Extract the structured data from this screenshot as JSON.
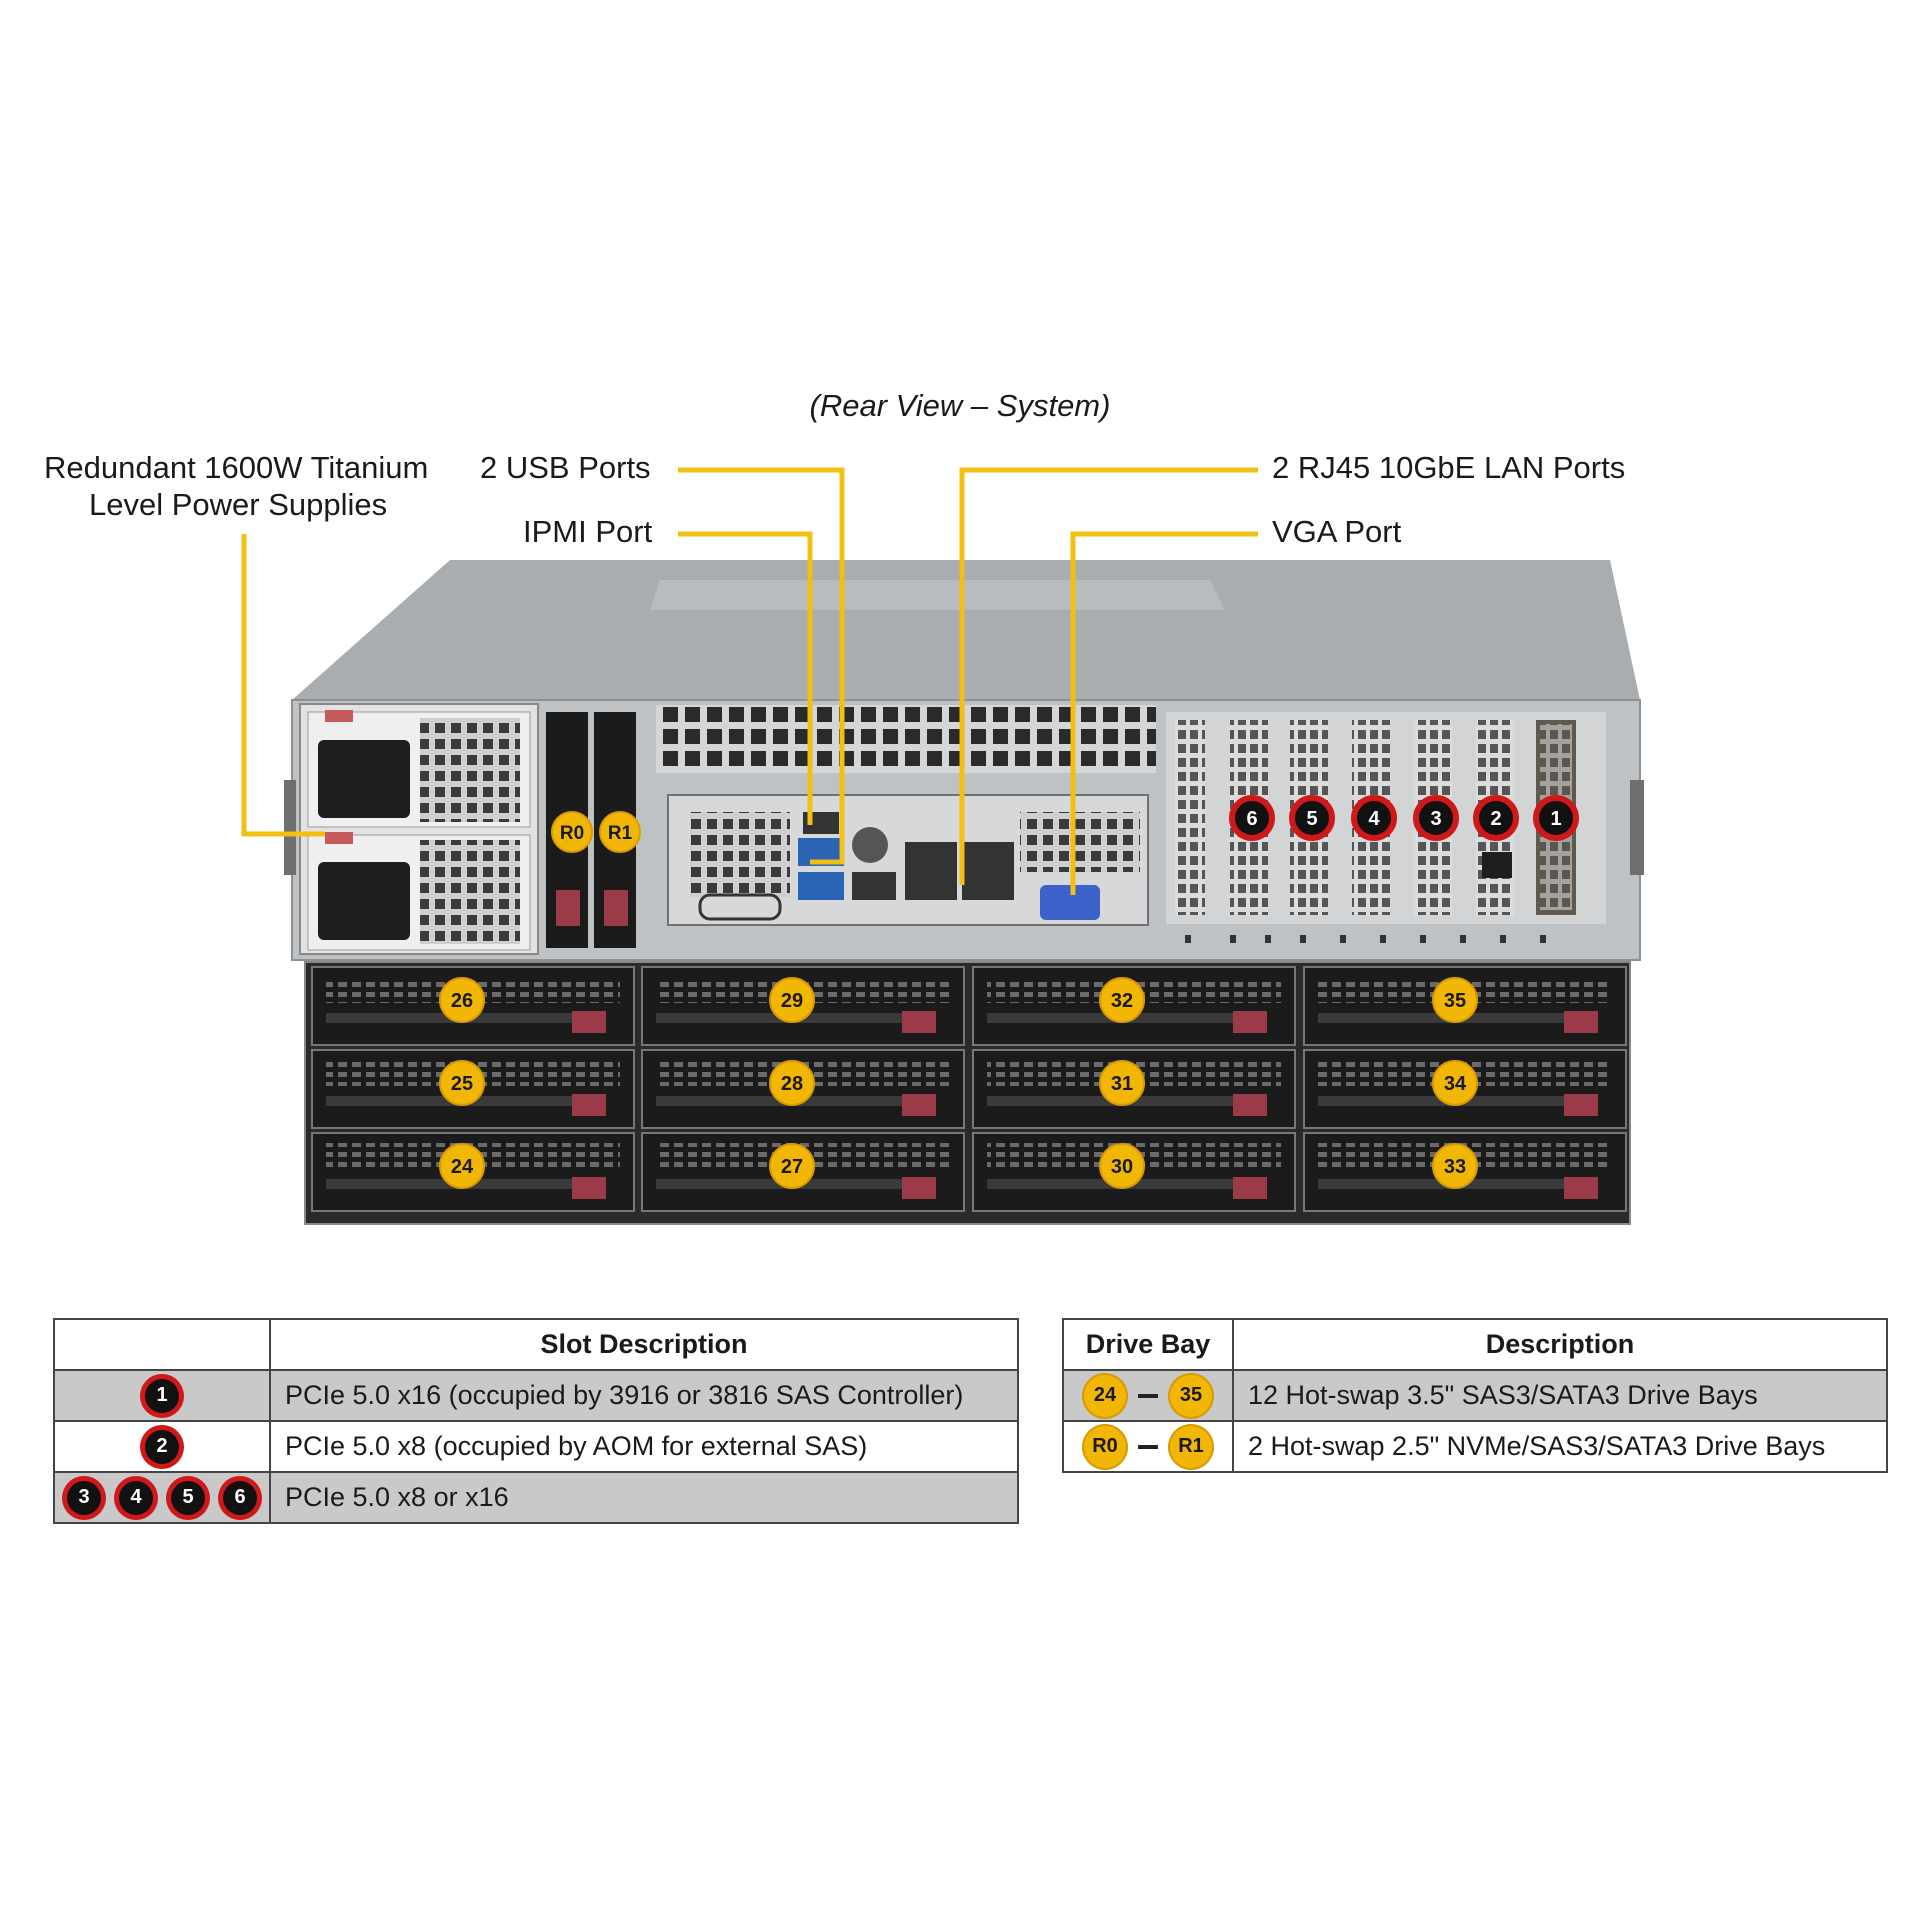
{
  "view_title": "(Rear View – System)",
  "callouts": {
    "power_supplies_line1": "Redundant 1600W Titanium",
    "power_supplies_line2": "Level Power Supplies",
    "usb_ports": "2 USB Ports",
    "ipmi_port": "IPMI Port",
    "lan_ports": "2 RJ45 10GbE LAN Ports",
    "vga_port": "VGA Port"
  },
  "colors": {
    "callout_line": "#f2c010",
    "slot_badge_ring": "#d01818",
    "drive_badge": "#f2b705",
    "chassis_top": "#a9adb0",
    "chassis_panel": "#bfc2c4",
    "drive_tray": "#1b1b1b",
    "table_shade": "#c9c9c9"
  },
  "rear_slot_badges": [
    "6",
    "5",
    "4",
    "3",
    "2",
    "1"
  ],
  "rear_drive_badges": [
    "R0",
    "R1"
  ],
  "drive_bay_badges": [
    [
      "26",
      "29",
      "32",
      "35"
    ],
    [
      "25",
      "28",
      "31",
      "34"
    ],
    [
      "24",
      "27",
      "30",
      "33"
    ]
  ],
  "slot_table": {
    "header": "Slot Description",
    "rows": [
      {
        "badges": [
          "1"
        ],
        "description": "PCIe 5.0 x16 (occupied by 3916 or 3816 SAS Controller)"
      },
      {
        "badges": [
          "2"
        ],
        "description": "PCIe 5.0 x8 (occupied by AOM for external SAS)"
      },
      {
        "badges": [
          "3",
          "4",
          "5",
          "6"
        ],
        "description": "PCIe 5.0 x8 or x16"
      }
    ]
  },
  "drive_table": {
    "header_bay": "Drive Bay",
    "header_desc": "Description",
    "rows": [
      {
        "from": "24",
        "to": "35",
        "description": "12 Hot-swap 3.5\" SAS3/SATA3 Drive Bays"
      },
      {
        "from": "R0",
        "to": "R1",
        "description": "2 Hot-swap 2.5\" NVMe/SAS3/SATA3 Drive Bays"
      }
    ]
  }
}
